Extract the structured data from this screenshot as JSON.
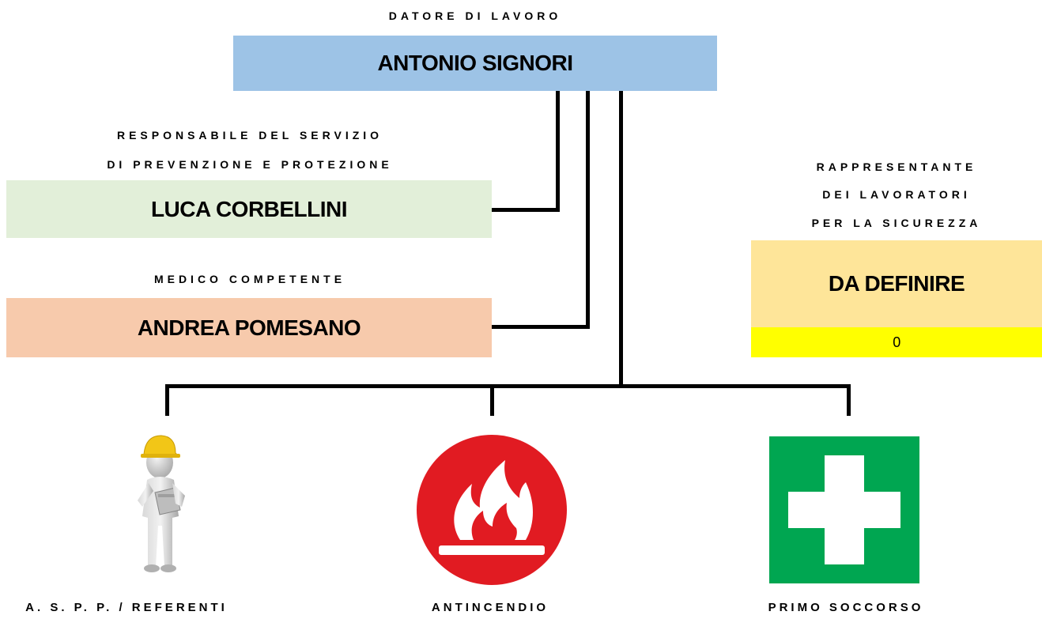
{
  "employer": {
    "role": "DATORE DI LAVORO",
    "name": "ANTONIO SIGNORI",
    "color": "#9dc3e6"
  },
  "rspp": {
    "role_line1": "RESPONSABILE DEL SERVIZIO",
    "role_line2": "DI PREVENZIONE E PROTEZIONE",
    "name": "LUCA CORBELLINI",
    "color": "#e2efd9"
  },
  "doctor": {
    "role": "MEDICO COMPETENTE",
    "name": "ANDREA POMESANO",
    "color": "#f7caac"
  },
  "rls": {
    "role_line1": "RAPPRESENTANTE",
    "role_line2": "DEI LAVORATORI",
    "role_line3": "PER LA SICUREZZA",
    "name": "DA DEFINIRE",
    "value": "0",
    "color": "#fee599",
    "value_color": "#ffff00"
  },
  "bottom": [
    {
      "label": "A. S. P. P. / REFERENTI",
      "icon": "worker-with-helmet-icon"
    },
    {
      "label": "ANTINCENDIO",
      "icon": "fire-icon"
    },
    {
      "label": "PRIMO SOCCORSO",
      "icon": "first-aid-cross-icon"
    }
  ]
}
